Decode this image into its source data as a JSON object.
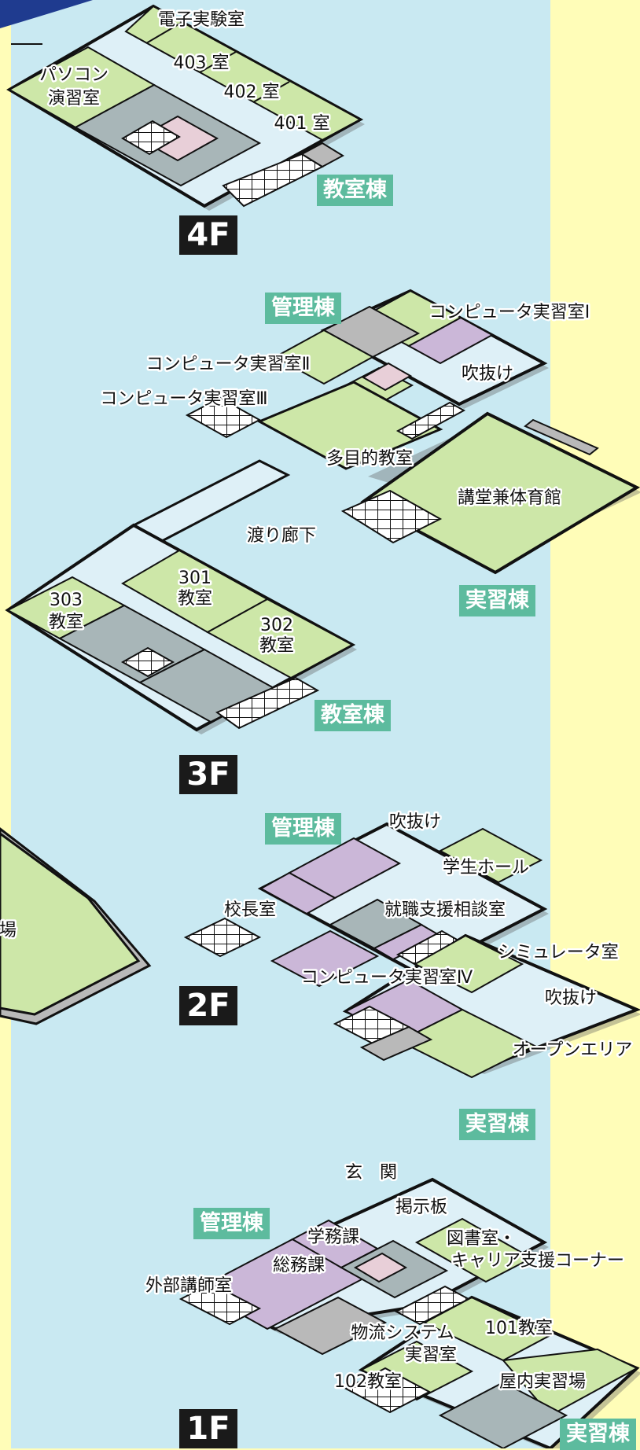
{
  "colors": {
    "page_bg": "#fffdb8",
    "panel_bg": "#c9e9f2",
    "classroom": "#cde7a8",
    "office": "#cbb7d8",
    "lab_gray": "#a8b6b8",
    "pink": "#e8cfd8",
    "corridor": "#def0f7",
    "wing_badge": "#5dbb9e",
    "floor_badge": "#1a1a1a"
  },
  "floors": {
    "f4": "4F",
    "f3": "3F",
    "f2": "2F",
    "f1": "1F"
  },
  "wings": {
    "kyoshitsu": "教室棟",
    "kanri": "管理棟",
    "jisshu": "実習棟"
  },
  "rooms_4f": {
    "denshi": "電子実験室",
    "r403": "403 室",
    "r402": "402 室",
    "r401": "401 室",
    "pasokon_1": "パソコン",
    "pasokon_2": "演習室"
  },
  "rooms_3f": {
    "comp1": "コンピュータ実習室Ⅰ",
    "comp2": "コンピュータ実習室Ⅱ",
    "comp3": "コンピュータ実習室Ⅲ",
    "fukinuke": "吹抜け",
    "tamokuteki": "多目的教室",
    "kodo": "講堂兼体育館",
    "watari": "渡り廊下",
    "r301_1": "301",
    "r301_2": "教室",
    "r302_1": "302",
    "r302_2": "教室",
    "r303_1": "303",
    "r303_2": "教室"
  },
  "rooms_2f": {
    "fukinuke_top": "吹抜け",
    "gakusei": "学生ホール",
    "kocho": "校長室",
    "shushoku": "就職支援相談室",
    "simulator": "シミュレータ室",
    "comp4": "コンピュータ実習室Ⅳ",
    "fukinuke_right": "吹抜け",
    "open_area": "オープンエリア",
    "left_partial": "場"
  },
  "rooms_1f": {
    "genkan": "玄　関",
    "keiji": "掲示板",
    "gakumu": "学務課",
    "toshoshitsu": "図書室・",
    "career": "キャリア支援コーナー",
    "somu": "総務課",
    "gaibu": "外部講師室",
    "butsuryu_1": "物流システム",
    "butsuryu_2": "実習室",
    "r101": "101教室",
    "r102": "102教室",
    "okunai": "屋内実習場"
  }
}
